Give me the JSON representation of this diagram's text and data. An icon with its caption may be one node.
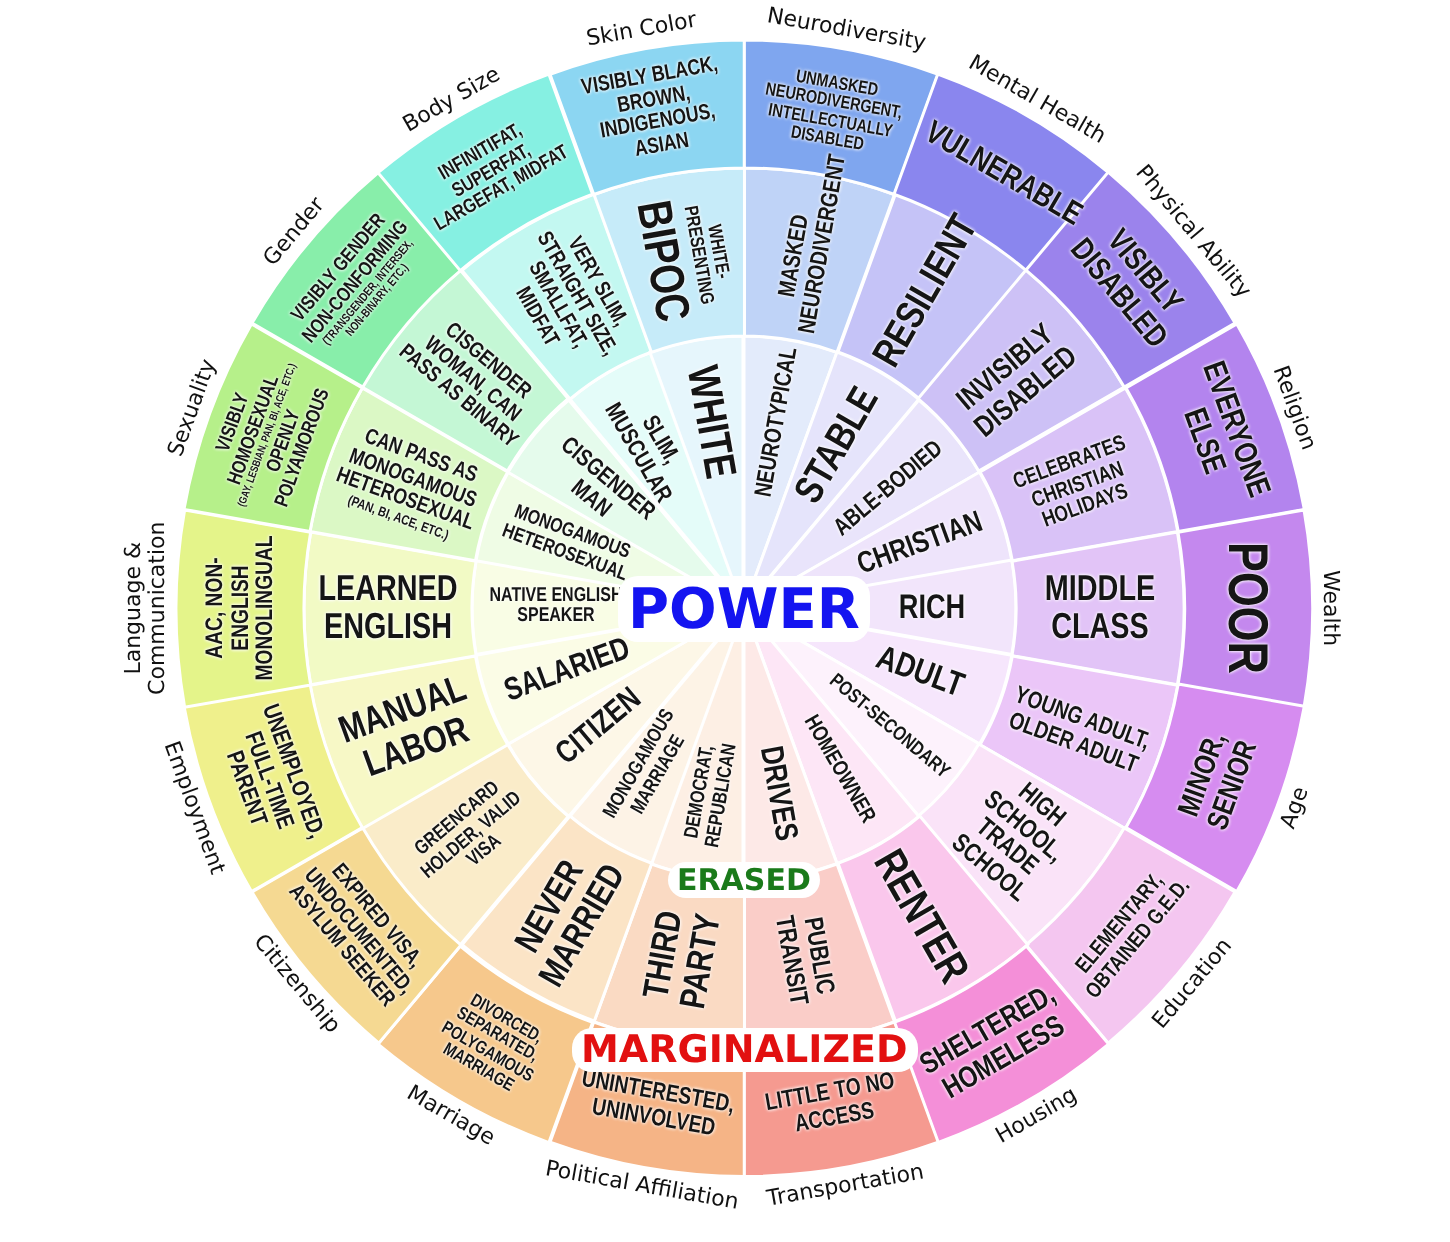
{
  "diagram": {
    "nodes": [
      {
        "text": [
          "NEUROTYPICAL"
        ]
      },
      {
        "text": [
          "MASKED NEURODIVERGENT"
        ]
      },
      {
        "text": [
          "UNMASKED NEURODIVERGENT, INTELLECTUALLY DISABLED"
        ]
      },
      {
        "text": [
          "STABLE"
        ]
      },
      {
        "text": [
          "RESILIENT"
        ]
      },
      {
        "text": [
          "VULNERABLE"
        ]
      },
      {
        "text": [
          "ABLE-BODIED"
        ]
      },
      {
        "text": [
          "INVISIBLY DISABLED"
        ]
      },
      {
        "text": [
          "VISIBLY DISABLED"
        ]
      },
      {
        "text": [
          "CHRISTIAN"
        ]
      },
      {
        "text": [
          "CELEBRATES CHRISTIAN HOLIDAYS"
        ]
      },
      {
        "text": [
          "EVERYONE ELSE"
        ]
      },
      {
        "text": [
          "RICH"
        ]
      },
      {
        "text": [
          "MIDDLE CLASS"
        ]
      },
      {
        "text": [
          "POOR"
        ]
      },
      {
        "text": [
          "ADULT"
        ]
      },
      {
        "text": [
          "YOUNG ADULT, OLDER ADULT"
        ]
      },
      {
        "text": [
          "MINOR, SENIOR"
        ]
      },
      {
        "text": [
          "POST-SECONDARY"
        ]
      },
      {
        "text": [
          "HIGH SCHOOL, TRADE SCHOOL"
        ]
      },
      {
        "text": [
          "ELEMENTARY, OBTAINED G.E.D."
        ]
      },
      {
        "text": [
          "HOMEOWNER"
        ]
      },
      {
        "text": [
          "RENTER"
        ]
      },
      {
        "text": [
          "SHELTERED, HOMELESS"
        ]
      },
      {
        "text": [
          "DRIVES"
        ]
      },
      {
        "text": [
          "PUBLIC TRANSIT"
        ]
      },
      {
        "text": [
          "LITTLE TO NO ACCESS"
        ]
      },
      {
        "text": [
          "DEMOCRAT, REPUBLICAN"
        ]
      },
      {
        "text": [
          "THIRD PARTY"
        ]
      },
      {
        "text": [
          "UNINTERESTED, UNINVOLVED"
        ]
      },
      {
        "text": [
          "MONOGAMOUS MARRIAGE"
        ]
      },
      {
        "text": [
          "NEVER MARRIED"
        ]
      },
      {
        "text": [
          "DIVORCED, SEPARATED, POLYGAMOUS MARRIAGE"
        ]
      },
      {
        "text": [
          "CITIZEN"
        ]
      },
      {
        "text": [
          "GREENCARD HOLDER, VALID VISA"
        ]
      },
      {
        "text": [
          "EXPIRED VISA, UNDOCUMENTED, ASYLUM SEEKER"
        ]
      },
      {
        "text": [
          "SALARIED"
        ]
      },
      {
        "text": [
          "MANUAL LABOR"
        ]
      },
      {
        "text": [
          "UNEMPLOYED, FULL-TIME PARENT"
        ]
      },
      {
        "text": [
          "NATIVE ENGLISH SPEAKER"
        ]
      },
      {
        "text": [
          "LEARNED ENGLISH"
        ]
      },
      {
        "text": [
          "AAC, NON-ENGLISH MONOLINGUAL"
        ]
      },
      {
        "text": [
          "MONOGAMOUS HETEROSEXUAL"
        ]
      },
      {
        "text": [
          "CAN PASS AS MONOGAMOUS HETEROSEXUAL",
          "(PAN, BI, ACE, ETC.)"
        ]
      },
      {
        "text": [
          "VISIBLY HOMOSEXUAL",
          "(GAY, LESBIAN, PAN, BI, ACE, ETC.)",
          "OPENLY POLYAMOROUS"
        ]
      },
      {
        "text": [
          "CISGENDER MAN"
        ]
      },
      {
        "text": [
          "CISGENDER WOMAN, CAN PASS AS BINARY"
        ]
      },
      {
        "text": [
          "VISIBLY GENDER NON-CONFORMING",
          "(TRANSGENDER, INTERSEX, NON-BINARY, ETC.)"
        ]
      },
      {
        "text": [
          "SLIM, MUSCULAR"
        ]
      },
      {
        "text": [
          "VERY SLIM, STRAIGHT SIZE, SMALLFAT, MIDFAT"
        ]
      },
      {
        "text": [
          "INFINITIFAT, SUPERFAT, LARGEFAT, MIDFAT"
        ]
      },
      {
        "text": [
          "WHITE"
        ]
      },
      {
        "text": [
          "WHITE-PRESENTING",
          "BIPOC"
        ]
      },
      {
        "text": [
          "VISIBLY BLACK, BROWN, INDIGENOUS, ASIAN"
        ]
      }
    ],
    "labels": [
      "Neurodiversity",
      "Mental Health",
      "Physical Ability",
      "Religion",
      "Wealth",
      "Age",
      "Education",
      "Housing",
      "Transportation",
      "Political Affiliation",
      "Marriage",
      "Citizenship",
      "Employment",
      "Language & Communication",
      "Sexuality",
      "Gender",
      "Body Size",
      "Skin Color",
      "POWER",
      "ERASED",
      "MARGINALIZED"
    ]
  }
}
